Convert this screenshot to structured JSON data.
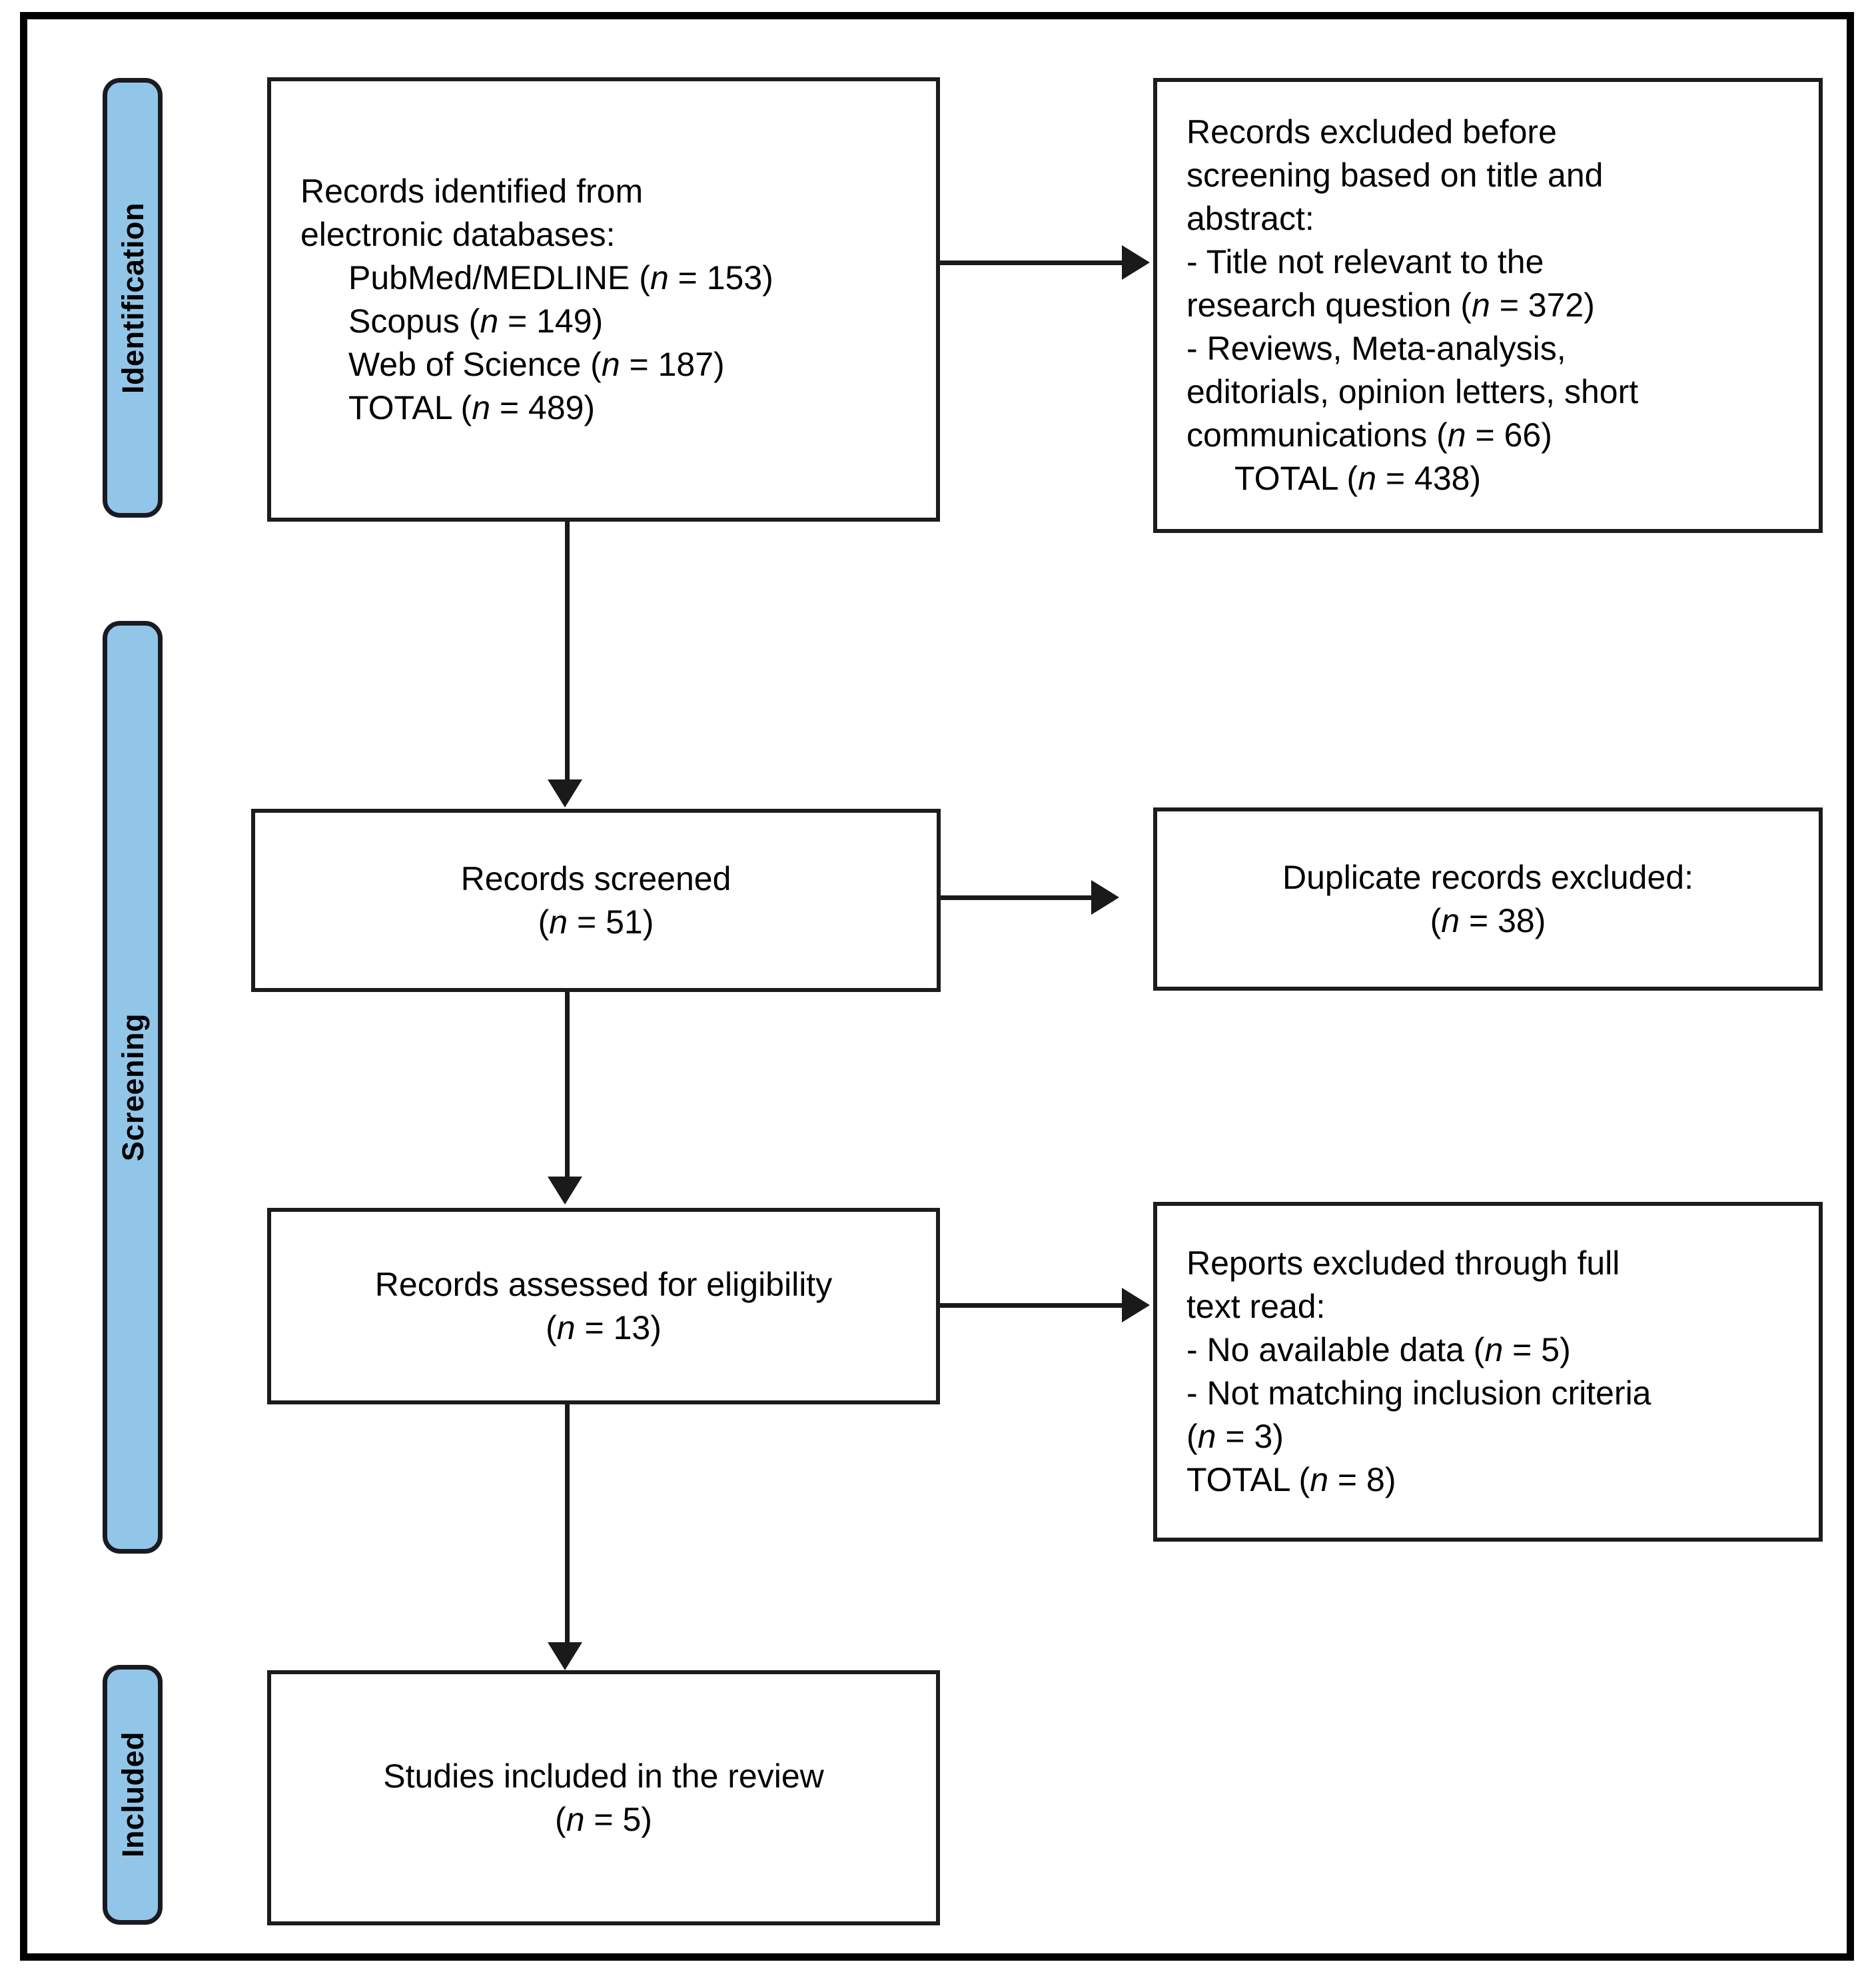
{
  "diagram": {
    "type": "prisma-flow-diagram",
    "accent_color": "#92C6E8",
    "line_color": "#1a1a1a",
    "stages": [
      {
        "key": "identification",
        "label": "Identification"
      },
      {
        "key": "screening",
        "label": "Screening"
      },
      {
        "key": "included",
        "label": "Included"
      }
    ],
    "boxes": {
      "identified": {
        "name": "records-identified",
        "lines": [
          {
            "text": "Records identified from",
            "indent": false
          },
          {
            "text": "electronic databases:",
            "indent": false
          },
          {
            "text": "PubMed/MEDLINE (n = 153)",
            "indent": true
          },
          {
            "text": "Scopus (n = 149)",
            "indent": true
          },
          {
            "text": "Web of Science (n = 187)",
            "indent": true
          },
          {
            "text": "TOTAL (n = 489)",
            "indent": true
          }
        ]
      },
      "excluded_before_screening": {
        "name": "records-excluded-before-screening",
        "lines": [
          {
            "text": "Records excluded before",
            "indent": false
          },
          {
            "text": "screening based on title and",
            "indent": false
          },
          {
            "text": "abstract:",
            "indent": false
          },
          {
            "text": "- Title not relevant to the",
            "indent": false
          },
          {
            "text": "research question (n = 372)",
            "indent": false
          },
          {
            "text": "- Reviews, Meta-analysis,",
            "indent": false
          },
          {
            "text": "editorials, opinion letters, short",
            "indent": false
          },
          {
            "text": "communications (n = 66)",
            "indent": false
          },
          {
            "text": "TOTAL (n = 438)",
            "indent": true
          }
        ]
      },
      "screened": {
        "name": "records-screened",
        "lines": [
          {
            "text": "Records screened",
            "indent": false
          },
          {
            "text": "(n = 51)",
            "indent": false
          }
        ]
      },
      "duplicates_excluded": {
        "name": "duplicate-records-excluded",
        "lines": [
          {
            "text": "Duplicate records excluded:",
            "indent": false
          },
          {
            "text": "(n = 38)",
            "indent": false
          }
        ]
      },
      "eligibility": {
        "name": "records-assessed-for-eligibility",
        "lines": [
          {
            "text": "Records assessed for eligibility",
            "indent": false
          },
          {
            "text": "(n = 13)",
            "indent": false
          }
        ]
      },
      "excluded_full_text": {
        "name": "reports-excluded-full-text",
        "lines": [
          {
            "text": "Reports excluded through full",
            "indent": false
          },
          {
            "text": "text read:",
            "indent": false
          },
          {
            "text": "- No available data (n = 5)",
            "indent": false
          },
          {
            "text": "- Not matching inclusion criteria",
            "indent": false
          },
          {
            "text": "(n = 3)",
            "indent": false
          },
          {
            "text": "TOTAL (n = 8)",
            "indent": false
          }
        ]
      },
      "included": {
        "name": "studies-included-in-review",
        "lines": [
          {
            "text": "Studies included in the review",
            "indent": false
          },
          {
            "text": "(n = 5)",
            "indent": false
          }
        ]
      }
    },
    "counts": {
      "pubmed_medline": 153,
      "scopus": 149,
      "web_of_science": 187,
      "identified_total": 489,
      "excluded_title_not_relevant": 372,
      "excluded_reviews_meta_editorials": 66,
      "excluded_before_screening_total": 438,
      "records_screened": 51,
      "duplicates_excluded": 38,
      "assessed_for_eligibility": 13,
      "excluded_no_available_data": 5,
      "excluded_not_matching_criteria": 3,
      "excluded_full_text_total": 8,
      "studies_included": 5
    }
  }
}
